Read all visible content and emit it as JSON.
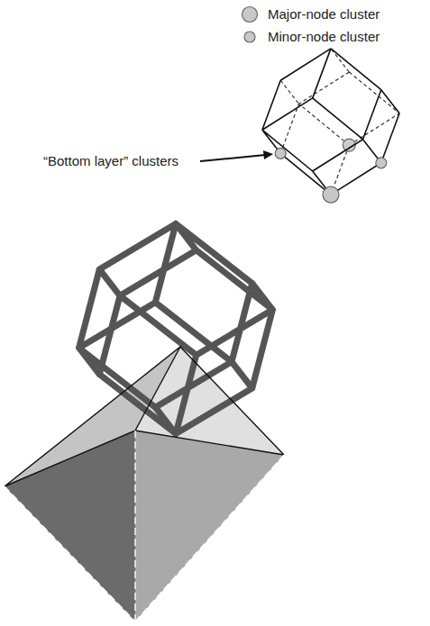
{
  "diagram": {
    "labels": [
      "“Bottom layer” clusters"
    ],
    "legend": [
      {
        "text": "Major-node cluster"
      },
      {
        "text": "Minor-node cluster"
      }
    ]
  }
}
